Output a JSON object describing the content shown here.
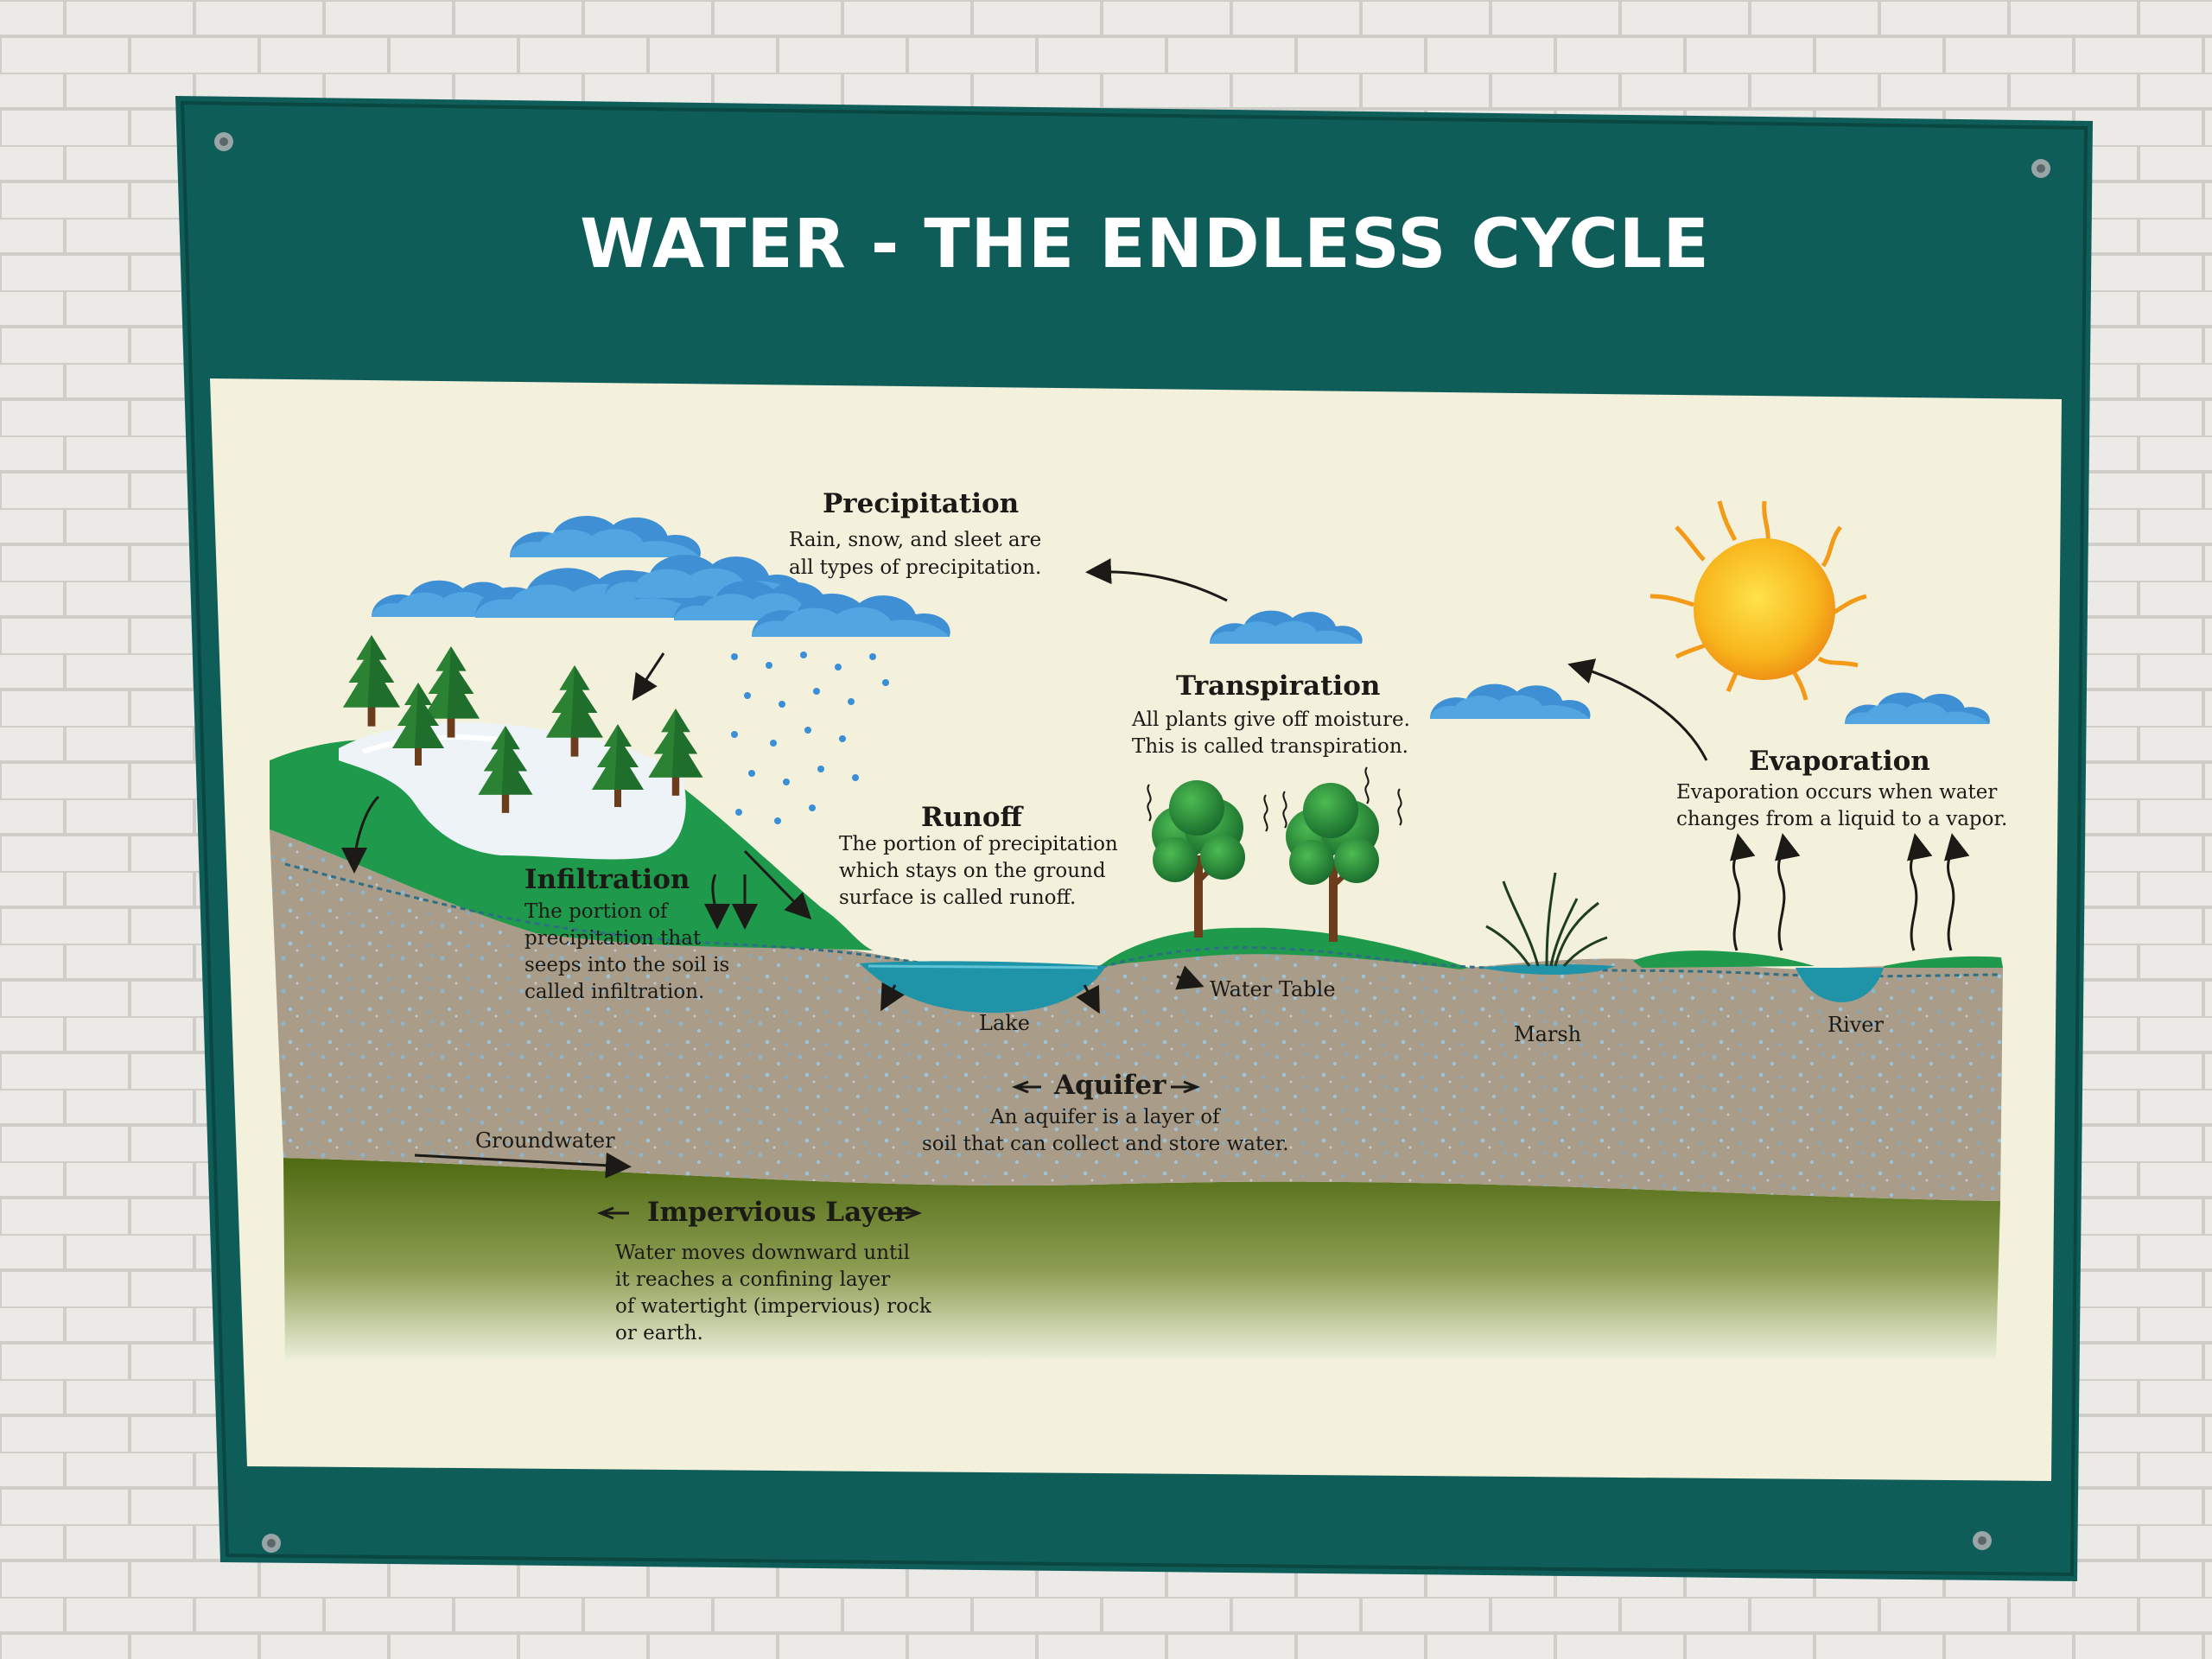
{
  "sign": {
    "title": "WATER - THE ENDLESS CYCLE",
    "colors": {
      "board": "#0f5d59",
      "panel": "#f3f0dc",
      "soil": "#a99c88",
      "grass": "#1f9a4c",
      "water": "#1f93a8",
      "cloud": "#3b8fd6",
      "sun": "#f7b81a",
      "impervious": "#5f761d"
    }
  },
  "labels": {
    "precipitation": {
      "title": "Precipitation",
      "line1": "Rain, snow, and sleet are",
      "line2": "all types of precipitation."
    },
    "transpiration": {
      "title": "Transpiration",
      "line1": "All plants give off moisture.",
      "line2": "This is called transpiration."
    },
    "evaporation": {
      "title": "Evaporation",
      "line1": "Evaporation occurs when water",
      "line2": "changes from a liquid to a vapor."
    },
    "runoff": {
      "title": "Runoff",
      "line1": "The portion of precipitation",
      "line2": "which stays on the ground",
      "line3": "surface is called runoff."
    },
    "infiltration": {
      "title": "Infiltration",
      "line1": "The portion of",
      "line2": "precipitation that",
      "line3": "seeps into the soil is",
      "line4": "called infiltration."
    },
    "aquifer": {
      "title": "Aquifer",
      "line1": "An aquifer is a layer of",
      "line2": "soil that can collect and store water."
    },
    "impervious": {
      "title": "Impervious Layer",
      "line1": "Water moves downward until",
      "line2": "it reaches a confining layer",
      "line3": "of watertight (impervious) rock",
      "line4": "or earth."
    },
    "places": {
      "lake": "Lake",
      "water_table": "Water Table",
      "marsh": "Marsh",
      "river": "River",
      "groundwater": "Groundwater"
    }
  }
}
